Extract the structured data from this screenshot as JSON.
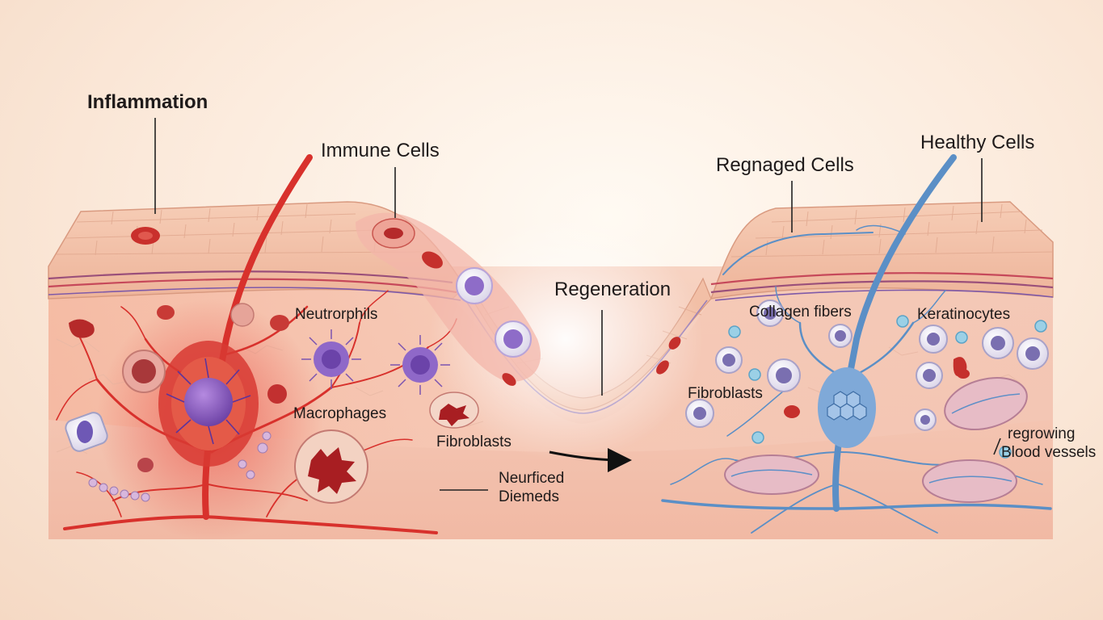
{
  "labels": {
    "inflammation": "Inflammation",
    "immune_cells": "Immune Cells",
    "neutrophils": "Neutrorphils",
    "macrophages": "Macrophages",
    "fibroblasts_left": "Fibroblasts",
    "neurficed": "Neurficed",
    "diemeds": "Diemeds",
    "regeneration": "Regeneration",
    "regnaged_cells": "Regnaged Cells",
    "healthy_cells": "Healthy Cells",
    "collagen_fibers": "Collagen fibers",
    "keratinocytes": "Keratinocytes",
    "fibroblasts_right": "Fibroblasts",
    "regrowing": "regrowing",
    "blood_vessels": "Blood vessels"
  },
  "colors": {
    "inflamed_red": "#d8312c",
    "immune_purple": "#7b54b0",
    "healthy_blue": "#5b8fc6",
    "skin_pink": "#f3c2aa",
    "tissue_peach": "#f6c9b2"
  }
}
